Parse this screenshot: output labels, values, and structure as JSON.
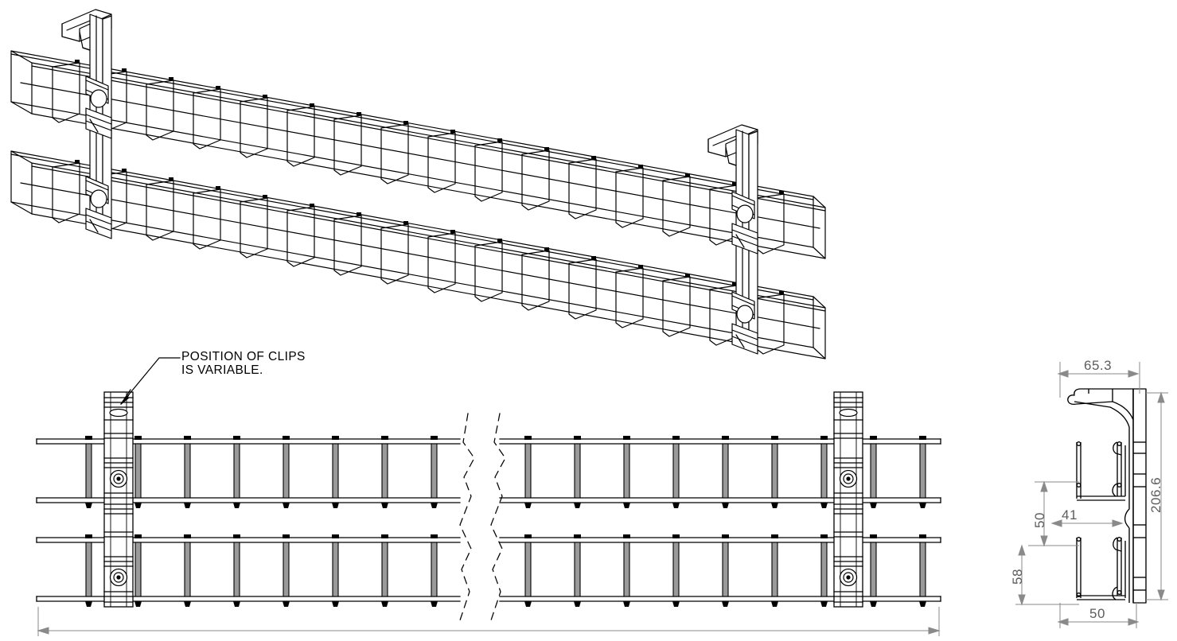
{
  "drawing": {
    "title": "Wire Mesh Cable Basket Tray - Twin Tier Assembly",
    "line_color": "#000000",
    "dim_color": "#5d5d5d",
    "background": "#ffffff"
  },
  "annotations": {
    "clips_note_line1": "POSITION OF CLIPS",
    "clips_note_line2": "IS VARIABLE."
  },
  "dimensions": {
    "overall_depth_top": "65.3",
    "overall_height": "206.6",
    "tray_height_upper": "50",
    "inner_width": "41",
    "tier_spacing": "58",
    "tray_width_lower": "50"
  },
  "views": {
    "isometric_label": "isometric-view",
    "elevation_label": "front-elevation-view",
    "section_label": "end-section-view"
  }
}
